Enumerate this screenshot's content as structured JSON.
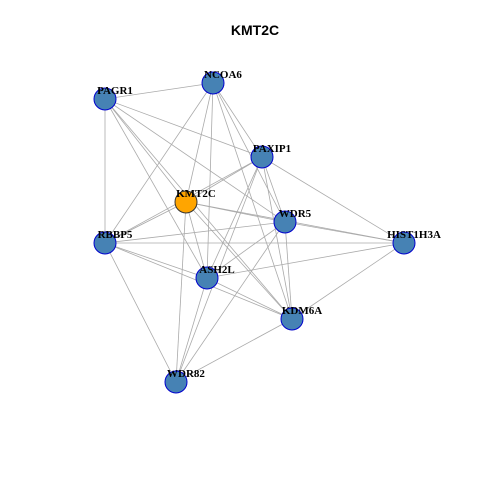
{
  "diagram": {
    "title": "KMT2C",
    "colors": {
      "node_fill": "#4682B4",
      "node_stroke": "#0000CD",
      "highlight_fill": "#FFA500",
      "highlight_stroke": "#333333",
      "edge": "#aaaaaa"
    },
    "nodes": [
      {
        "id": "NCOA6",
        "label": "NCOA6"
      },
      {
        "id": "PAGR1",
        "label": "PAGR1"
      },
      {
        "id": "PAXIP1",
        "label": "PAXIP1"
      },
      {
        "id": "KMT2C",
        "label": "KMT2C",
        "highlight": true
      },
      {
        "id": "WDR5",
        "label": "WDR5"
      },
      {
        "id": "HIST1H3A",
        "label": "HIST1H3A"
      },
      {
        "id": "RBBP5",
        "label": "RBBP5"
      },
      {
        "id": "ASH2L",
        "label": "ASH2L"
      },
      {
        "id": "KDM6A",
        "label": "KDM6A"
      },
      {
        "id": "WDR82",
        "label": "WDR82"
      }
    ],
    "edges": [
      [
        "NCOA6",
        "PAGR1"
      ],
      [
        "NCOA6",
        "PAXIP1"
      ],
      [
        "NCOA6",
        "KMT2C"
      ],
      [
        "NCOA6",
        "WDR5"
      ],
      [
        "NCOA6",
        "RBBP5"
      ],
      [
        "NCOA6",
        "ASH2L"
      ],
      [
        "NCOA6",
        "KDM6A"
      ],
      [
        "PAGR1",
        "PAXIP1"
      ],
      [
        "PAGR1",
        "KMT2C"
      ],
      [
        "PAGR1",
        "WDR5"
      ],
      [
        "PAGR1",
        "RBBP5"
      ],
      [
        "PAGR1",
        "ASH2L"
      ],
      [
        "PAGR1",
        "KDM6A"
      ],
      [
        "PAXIP1",
        "KMT2C"
      ],
      [
        "PAXIP1",
        "WDR5"
      ],
      [
        "PAXIP1",
        "HIST1H3A"
      ],
      [
        "PAXIP1",
        "RBBP5"
      ],
      [
        "PAXIP1",
        "ASH2L"
      ],
      [
        "PAXIP1",
        "KDM6A"
      ],
      [
        "PAXIP1",
        "WDR82"
      ],
      [
        "KMT2C",
        "WDR5"
      ],
      [
        "KMT2C",
        "RBBP5"
      ],
      [
        "KMT2C",
        "ASH2L"
      ],
      [
        "KMT2C",
        "HIST1H3A"
      ],
      [
        "KMT2C",
        "WDR82"
      ],
      [
        "KMT2C",
        "KDM6A"
      ],
      [
        "WDR5",
        "HIST1H3A"
      ],
      [
        "WDR5",
        "RBBP5"
      ],
      [
        "WDR5",
        "ASH2L"
      ],
      [
        "WDR5",
        "KDM6A"
      ],
      [
        "WDR5",
        "WDR82"
      ],
      [
        "HIST1H3A",
        "ASH2L"
      ],
      [
        "HIST1H3A",
        "KDM6A"
      ],
      [
        "HIST1H3A",
        "RBBP5"
      ],
      [
        "RBBP5",
        "ASH2L"
      ],
      [
        "RBBP5",
        "KDM6A"
      ],
      [
        "RBBP5",
        "WDR82"
      ],
      [
        "ASH2L",
        "KDM6A"
      ],
      [
        "ASH2L",
        "WDR82"
      ],
      [
        "KDM6A",
        "WDR82"
      ]
    ]
  }
}
